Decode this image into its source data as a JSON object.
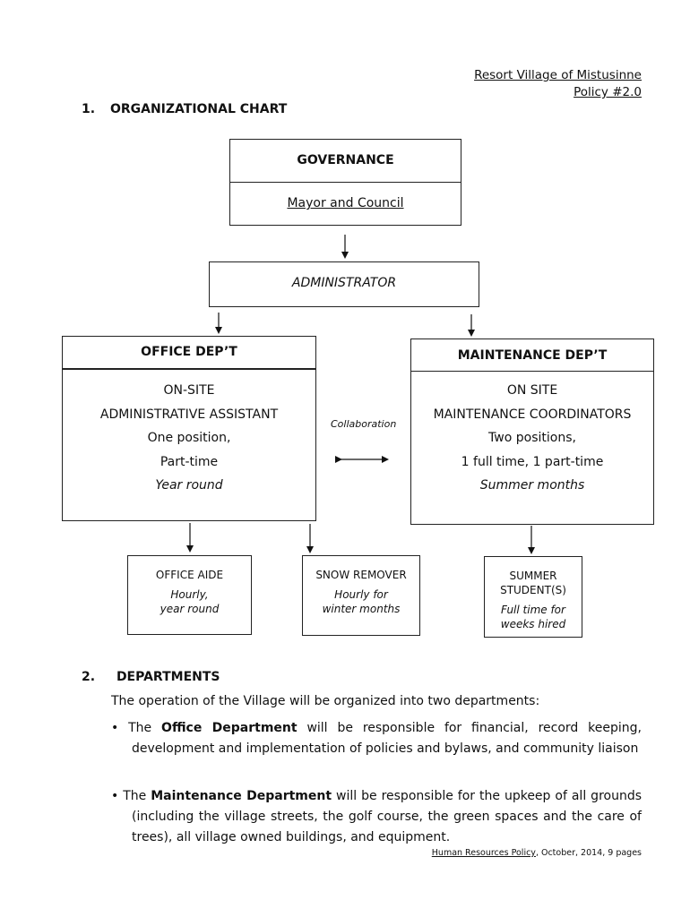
{
  "header": {
    "org": "Resort Village of Mistusinne",
    "policy": "Policy #2.0"
  },
  "section1": {
    "number": "1.",
    "title": "ORGANIZATIONAL CHART"
  },
  "chart": {
    "governance": {
      "title": "GOVERNANCE",
      "subtitle": "Mayor and Council"
    },
    "administrator": "ADMINISTRATOR",
    "office": {
      "title": "OFFICE DEP’T",
      "lines": [
        "ON-SITE",
        "ADMINISTRATIVE ASSISTANT",
        "One position,",
        "Part-time"
      ],
      "italic_line": "Year round"
    },
    "maintenance": {
      "title": "MAINTENANCE DEP’T",
      "lines": [
        "ON SITE",
        "MAINTENANCE COORDINATORS",
        "Two positions,",
        "1 full time, 1 part-time"
      ],
      "italic_line": "Summer months"
    },
    "collaboration": "Collaboration",
    "office_aide": {
      "title": "OFFICE AIDE",
      "line1": "Hourly,",
      "line2": "year round"
    },
    "snow_remover": {
      "title": "SNOW REMOVER",
      "line1": "Hourly for",
      "line2": "winter months"
    },
    "summer_student": {
      "title1": "SUMMER",
      "title2": "STUDENT(S)",
      "line1": "Full time for",
      "line2": "weeks hired"
    }
  },
  "section2": {
    "number": "2.",
    "title": "DEPARTMENTS",
    "intro": "The operation of the Village will be organized into two departments:",
    "bullet1": {
      "prefix": "• The ",
      "bold": "Office Department",
      "text": " will be responsible for financial, record keeping, development and implementation of policies and bylaws, and community liaison"
    },
    "bullet2": {
      "prefix": "• The ",
      "bold": "Maintenance Department",
      "text": " will be responsible for the upkeep of all grounds (including the village streets, the golf course, the green spaces and the care of trees), all village owned buildings, and equipment."
    }
  },
  "footer": {
    "doc": "Human Resources Policy",
    "rest": ", October, 2014, 9 pages"
  }
}
